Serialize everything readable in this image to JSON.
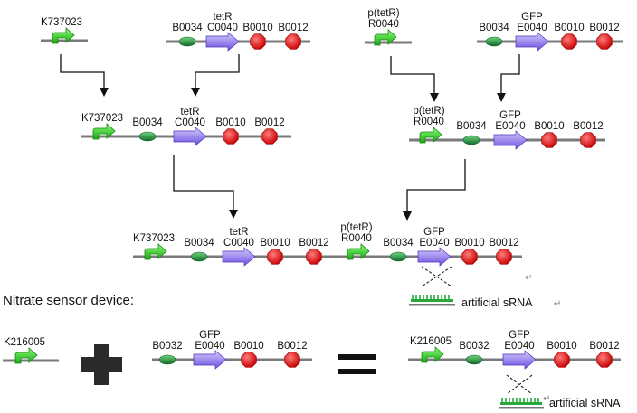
{
  "heading": "Nitrate sensor device:",
  "constructs": [
    {
      "id": "k737023",
      "parts": [
        {
          "type": "promoter",
          "labels": [
            "K737023"
          ]
        }
      ]
    },
    {
      "id": "tetR-cds",
      "parts": [
        {
          "type": "rbs",
          "labels": [
            "B0034"
          ]
        },
        {
          "type": "cds",
          "labels": [
            "tetR",
            "C0040"
          ]
        },
        {
          "type": "terminator",
          "labels": [
            "B0010"
          ]
        },
        {
          "type": "terminator",
          "labels": [
            "B0012"
          ]
        }
      ]
    },
    {
      "id": "ptetR",
      "parts": [
        {
          "type": "promoter",
          "labels": [
            "p(tetR)",
            "R0040"
          ]
        }
      ]
    },
    {
      "id": "gfp-cds",
      "parts": [
        {
          "type": "rbs",
          "labels": [
            "B0034"
          ]
        },
        {
          "type": "cds",
          "labels": [
            "GFP",
            "E0040"
          ]
        },
        {
          "type": "terminator",
          "labels": [
            "B0010"
          ]
        },
        {
          "type": "terminator",
          "labels": [
            "B0012"
          ]
        }
      ]
    },
    {
      "id": "tetR-gen",
      "parts": [
        {
          "type": "promoter",
          "labels": [
            "K737023"
          ]
        },
        {
          "type": "rbs",
          "labels": [
            "B0034"
          ]
        },
        {
          "type": "cds",
          "labels": [
            "tetR",
            "C0040"
          ]
        },
        {
          "type": "terminator",
          "labels": [
            "B0010"
          ]
        },
        {
          "type": "terminator",
          "labels": [
            "B0012"
          ]
        }
      ]
    },
    {
      "id": "gfp-reporter",
      "parts": [
        {
          "type": "promoter",
          "labels": [
            "p(tetR)",
            "R0040"
          ]
        },
        {
          "type": "rbs",
          "labels": [
            "B0034"
          ]
        },
        {
          "type": "cds",
          "labels": [
            "GFP",
            "E0040"
          ]
        },
        {
          "type": "terminator",
          "labels": [
            "B0010"
          ]
        },
        {
          "type": "terminator",
          "labels": [
            "B0012"
          ]
        }
      ]
    },
    {
      "id": "combined",
      "parts": [
        {
          "type": "promoter",
          "labels": [
            "K737023"
          ]
        },
        {
          "type": "rbs",
          "labels": [
            "B0034"
          ]
        },
        {
          "type": "cds",
          "labels": [
            "tetR",
            "C0040"
          ]
        },
        {
          "type": "terminator",
          "labels": [
            "B0010"
          ]
        },
        {
          "type": "terminator",
          "labels": [
            "B0012"
          ]
        },
        {
          "type": "promoter",
          "labels": [
            "p(tetR)",
            "R0040"
          ]
        },
        {
          "type": "rbs",
          "labels": [
            "B0034"
          ]
        },
        {
          "type": "cds",
          "labels": [
            "GFP",
            "E0040"
          ]
        },
        {
          "type": "terminator",
          "labels": [
            "B0010"
          ]
        },
        {
          "type": "terminator",
          "labels": [
            "B0012"
          ]
        }
      ]
    },
    {
      "id": "k216005",
      "parts": [
        {
          "type": "promoter",
          "labels": [
            "K216005"
          ]
        }
      ]
    },
    {
      "id": "gfp-b0032",
      "parts": [
        {
          "type": "rbs",
          "labels": [
            "B0032"
          ]
        },
        {
          "type": "cds",
          "labels": [
            "GFP",
            "E0040"
          ]
        },
        {
          "type": "terminator",
          "labels": [
            "B0010"
          ]
        },
        {
          "type": "terminator",
          "labels": [
            "B0012"
          ]
        }
      ]
    },
    {
      "id": "nitrate-device",
      "parts": [
        {
          "type": "promoter",
          "labels": [
            "K216005"
          ]
        },
        {
          "type": "rbs",
          "labels": [
            "B0032"
          ]
        },
        {
          "type": "cds",
          "labels": [
            "GFP",
            "E0040"
          ]
        },
        {
          "type": "terminator",
          "labels": [
            "B0010"
          ]
        },
        {
          "type": "terminator",
          "labels": [
            "B0012"
          ]
        }
      ]
    }
  ],
  "annotations": {
    "srna_label": "artificial sRNA",
    "srna_label_lower": "artificial sRNA",
    "return_mark": "↵",
    "plus_symbol": "plus",
    "equals_symbol": "equals"
  },
  "colors": {
    "backbone": "#7a7a7a",
    "promoter": "#27c21f",
    "rbs": "#1e8b3c",
    "cds": "#8a70f0",
    "terminator": "#ee1c1c",
    "srna": "#27a83b",
    "arrow": "#111111"
  }
}
